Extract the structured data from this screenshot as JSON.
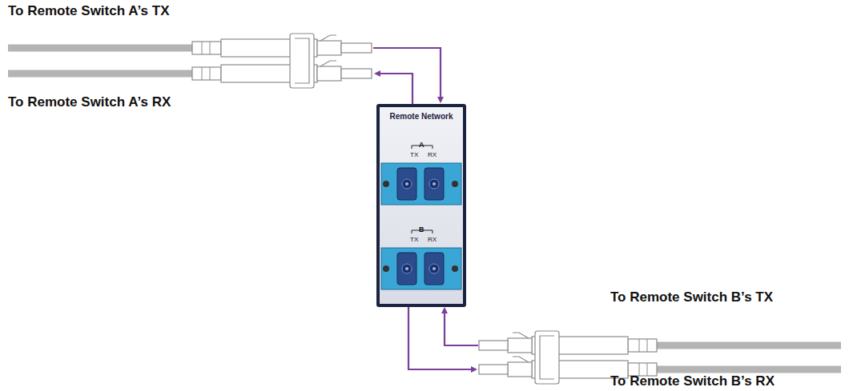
{
  "diagram": {
    "nodes": [
      {
        "text": [
          "Remote Network"
        ]
      }
    ],
    "labels": [
      "To Remote Switch A’s TX",
      "To Remote Switch A’s RX",
      "A",
      "TX",
      "RX",
      "B",
      "TX",
      "RX",
      "To Remote Switch B’s TX",
      "To Remote Switch B’s RX"
    ]
  }
}
